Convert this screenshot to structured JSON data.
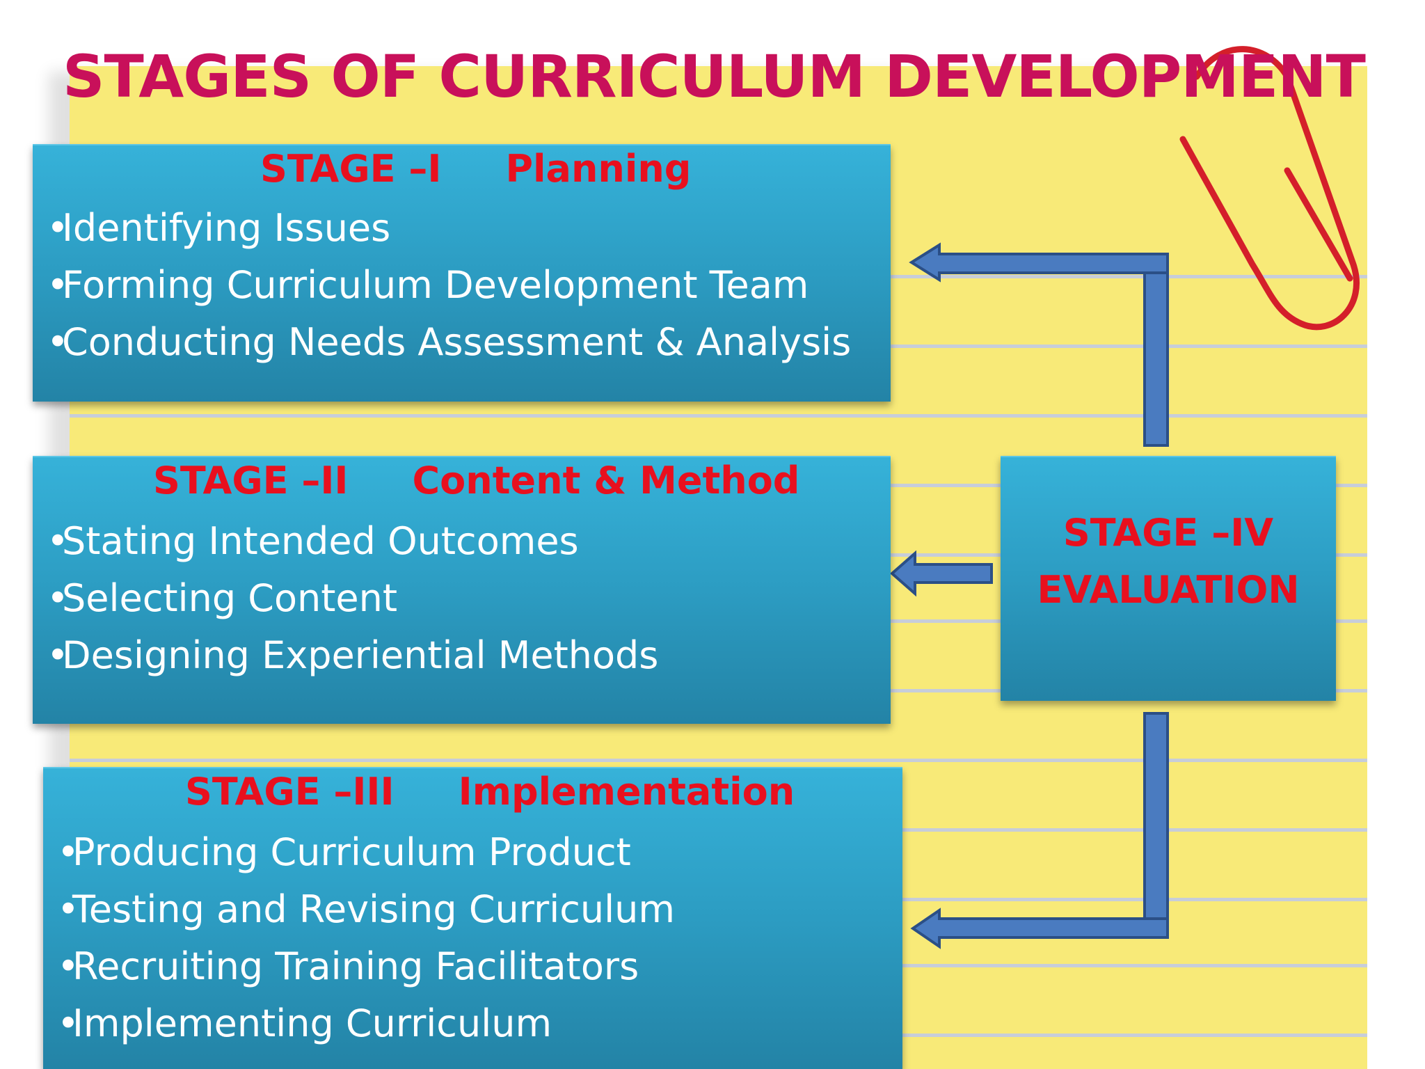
{
  "title": "STAGES OF CURRICULUM DEVELOPMENT",
  "stages": [
    {
      "number": "STAGE –I",
      "name": "Planning",
      "bullet_char": "•",
      "items": [
        "Identifying  Issues",
        "Forming Curriculum Development  Team",
        "Conducting Needs Assessment & Analysis"
      ]
    },
    {
      "number": "STAGE –II",
      "name": "Content & Method",
      "bullet_char": "•",
      "items": [
        "Stating Intended Outcomes",
        "Selecting Content",
        "Designing Experiential Methods"
      ]
    },
    {
      "number": "STAGE –III",
      "name": "Implementation",
      "bullet_char": "•",
      "items": [
        "Producing Curriculum Product",
        "Testing and Revising Curriculum",
        "Recruiting  Training  Facilitators",
        "Implementing Curriculum"
      ]
    }
  ],
  "evaluation": {
    "number": "STAGE –IV",
    "name": "EVALUATION"
  },
  "colors": {
    "title": "#c8105a",
    "heading": "#e8101e",
    "box": "#2c9cc2",
    "arrow_fill": "#4a7bc0",
    "arrow_stroke": "#2b4f86",
    "paper": "#f8ea78",
    "paperclip": "#d41f2a"
  }
}
